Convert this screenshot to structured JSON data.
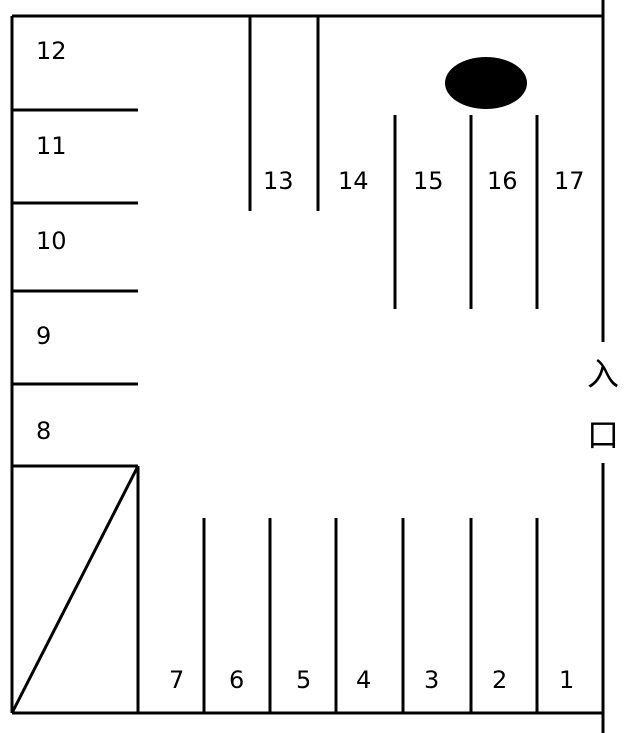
{
  "title": "",
  "spaces": {
    "s1": "1",
    "s2": "2",
    "s3": "3",
    "s4": "4",
    "s5": "5",
    "s6": "6",
    "s7": "7",
    "s8": "8",
    "s9": "9",
    "s10": "10",
    "s11": "11",
    "s12": "12",
    "s13": "13",
    "s14": "14",
    "s15": "15",
    "s16": "16",
    "s17": "17"
  },
  "entrance": {
    "char1": "入",
    "char2": "口"
  },
  "marker": {
    "shape": "ellipse",
    "color": "#000000"
  }
}
